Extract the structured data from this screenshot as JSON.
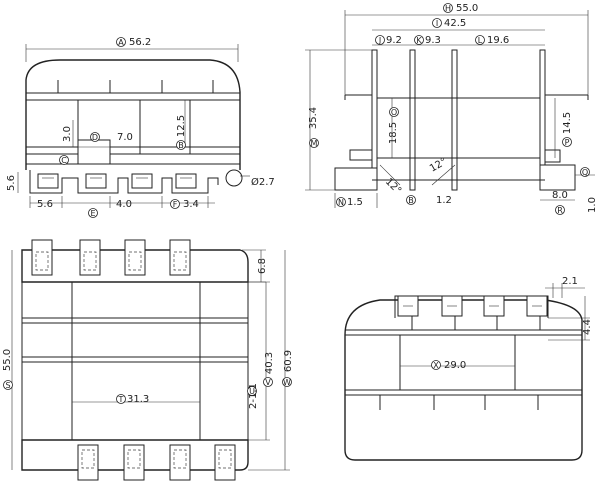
{
  "front_view": {
    "overall_width": {
      "marker": "A",
      "value": "56.2"
    },
    "pin_span_height": {
      "marker": "B",
      "value": "12.5"
    },
    "slot_width": {
      "marker": "D",
      "value": "7.0"
    },
    "slot_depth": {
      "value": "3.0"
    },
    "marker_c": {
      "marker": "C"
    },
    "pin_pitch": {
      "marker": "E",
      "value": "4.0"
    },
    "pin_width": {
      "marker": "F",
      "value": "3.4"
    },
    "edge_pin_offset": {
      "value": "5.6"
    },
    "pin_height": {
      "value": "5.6"
    },
    "pin_diameter": {
      "value": "Ø2.7"
    }
  },
  "side_view": {
    "total_length": {
      "marker": "H",
      "value": "55.0"
    },
    "flange_span": {
      "marker": "I",
      "value": "42.5"
    },
    "section_1": {
      "marker": "J",
      "value": "9.2"
    },
    "section_2": {
      "marker": "K",
      "value": "9.3"
    },
    "section_3": {
      "marker": "L",
      "value": "19.6"
    },
    "height_total": {
      "marker": "M",
      "value": "35.4"
    },
    "center_height": {
      "marker": "O",
      "value": "18.5"
    },
    "core_height": {
      "marker": "P",
      "value": "14.5"
    },
    "angle_left": {
      "value": "12°"
    },
    "angle_right": {
      "value": "12°"
    },
    "foot_offset": {
      "marker": "N",
      "value": "1.5"
    },
    "base_marker": {
      "marker": "B"
    },
    "base_gap": {
      "value": "1.2"
    },
    "right_marker": {
      "marker": "Q"
    },
    "foot_width": {
      "marker": "R",
      "value": "8.0"
    },
    "foot_thickness": {
      "value": "1.0"
    }
  },
  "top_view": {
    "flange_height": {
      "value": "6.8"
    },
    "total_height_left": {
      "marker": "S",
      "value": "55.0"
    },
    "total_height_right": {
      "marker": "W",
      "value": "60.9"
    },
    "inner_height": {
      "marker": "V",
      "value": "40.3"
    },
    "core_width": {
      "marker": "T",
      "value": "31.3"
    },
    "hole_spec": {
      "marker": "U",
      "value": "2-1.1"
    }
  },
  "bottom_view": {
    "pin_gap": {
      "value": "2.1"
    },
    "pin_length": {
      "value": "4.4"
    },
    "window_width": {
      "marker": "X",
      "value": "29.0"
    }
  }
}
